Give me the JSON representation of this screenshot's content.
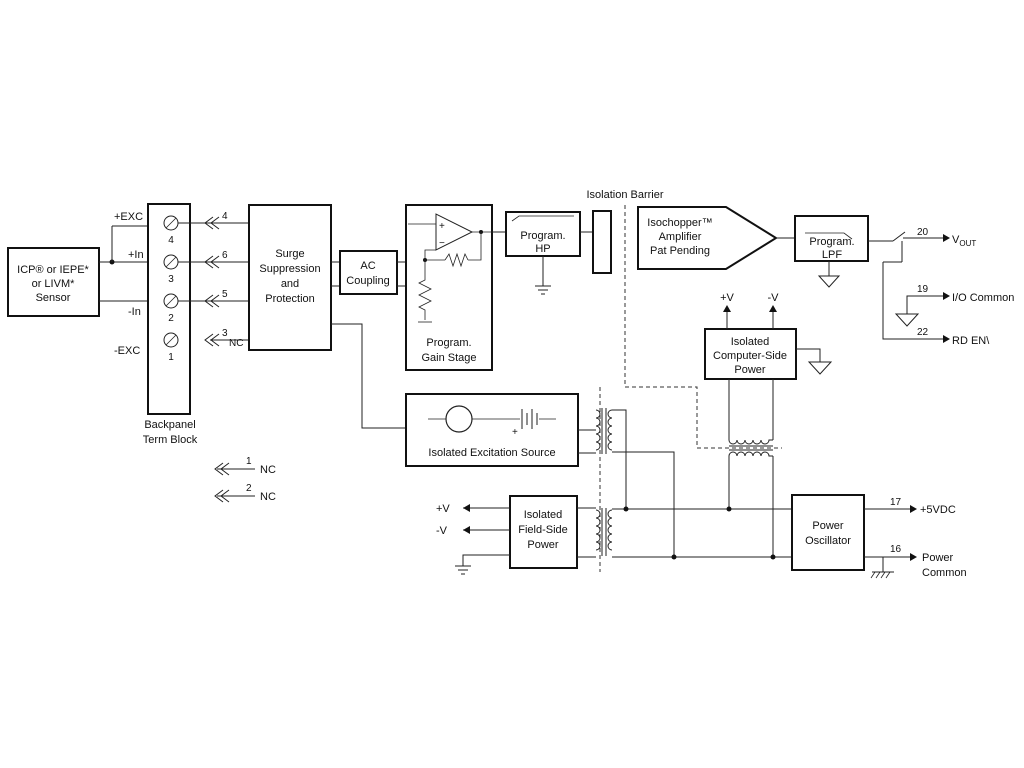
{
  "sensor": {
    "line1": "ICP® or IEPE*",
    "line2": "or LIVM*",
    "line3": "Sensor"
  },
  "terminals": {
    "exc_pos": "+EXC",
    "in_pos": "+In",
    "in_neg": "-In",
    "exc_neg": "-EXC",
    "pins": [
      "4",
      "3",
      "2",
      "1"
    ]
  },
  "backpanel": {
    "line1": "Backpanel",
    "line2": "Term Block"
  },
  "connector_pins": [
    "4",
    "6",
    "5",
    "3"
  ],
  "nc_label": "NC",
  "nc_pins": [
    {
      "num": "1",
      "label": "NC"
    },
    {
      "num": "2",
      "label": "NC"
    }
  ],
  "surge": {
    "line1": "Surge",
    "line2": "Suppression",
    "line3": "and",
    "line4": "Protection"
  },
  "ac_coupling": {
    "line1": "AC",
    "line2": "Coupling"
  },
  "gain_stage": {
    "line1": "Program.",
    "line2": "Gain Stage"
  },
  "hp": {
    "line1": "Program.",
    "line2": "HP"
  },
  "isolation_barrier": "Isolation Barrier",
  "isochopper": {
    "line1": "Isochopper™",
    "line2": "Amplifier",
    "line3": "Pat Pending"
  },
  "lpf": {
    "line1": "Program.",
    "line2": "LPF"
  },
  "outputs": [
    {
      "pin": "20",
      "label": "V",
      "sub": "OUT"
    },
    {
      "pin": "19",
      "label": "I/O Common"
    },
    {
      "pin": "22",
      "label": "RD EN\\"
    }
  ],
  "computer_power": {
    "line1": "Isolated",
    "line2": "Computer-Side",
    "line3": "Power",
    "vplus": "+V",
    "vminus": "-V"
  },
  "excitation": {
    "label": "Isolated Excitation Source",
    "plus": "+"
  },
  "field_power": {
    "line1": "Isolated",
    "line2": "Field-Side",
    "line3": "Power",
    "vplus": "+V",
    "vminus": "-V"
  },
  "oscillator": {
    "line1": "Power",
    "line2": "Oscillator"
  },
  "power_pins": [
    {
      "pin": "17",
      "label": "+5VDC"
    },
    {
      "pin": "16",
      "label": "Power",
      "label2": "Common"
    }
  ]
}
